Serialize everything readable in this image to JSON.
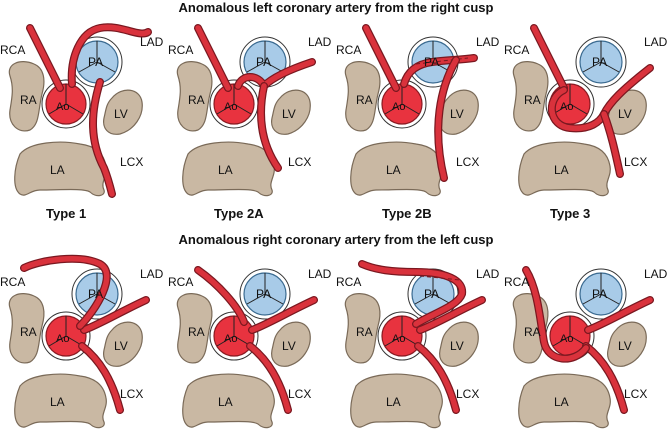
{
  "titles": {
    "top": "Anomalous left coronary artery from the right cusp",
    "bottom": "Anomalous right coronary artery from the left cusp"
  },
  "labels": {
    "rca": "RCA",
    "lad": "LAD",
    "lcx": "LCX",
    "ra": "RA",
    "la": "LA",
    "lv": "LV",
    "ao": "Ao",
    "pa": "PA"
  },
  "types": [
    "Type 1",
    "Type 2A",
    "Type 2B",
    "Type 3"
  ],
  "colors": {
    "artery": "#d9323c",
    "aorta": "#e8333f",
    "pulmonary_artery": "#a8cbe8",
    "chamber": "#c9b8a3"
  }
}
